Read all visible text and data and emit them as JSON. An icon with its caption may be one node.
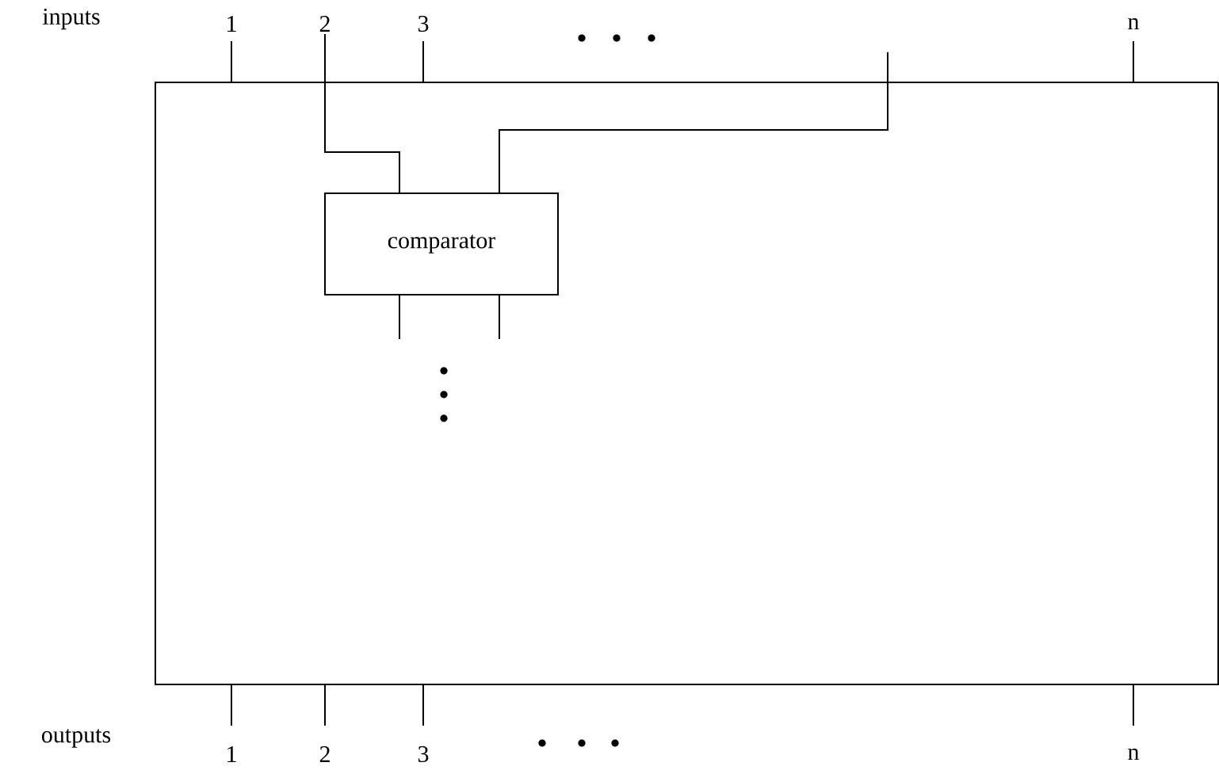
{
  "diagram": {
    "nodes": [
      {
        "text": [],
        "shape": "box"
      },
      {
        "text": [
          "comparator"
        ],
        "in": 0
      },
      {
        "text": [
          "2"
        ]
      }
    ],
    "edges": [
      {
        "from": 2,
        "to": 1,
        "arrow": "none"
      },
      {
        "from": null,
        "to": 1,
        "arrow": "none"
      }
    ],
    "labels": [
      "inputs",
      "1",
      "3",
      "n",
      "outputs",
      "1",
      "2",
      "3",
      "n"
    ]
  }
}
